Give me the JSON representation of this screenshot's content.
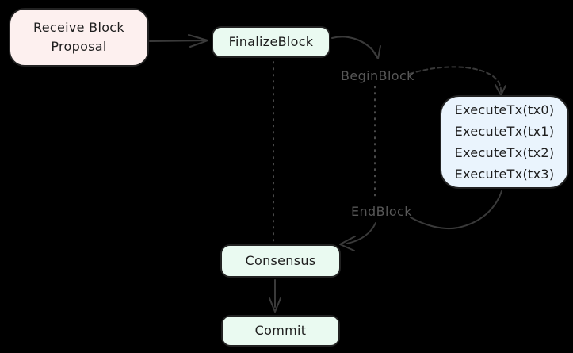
{
  "palette": {
    "background": "#000000",
    "node_border": "#222222",
    "node_text": "#1e1e1e",
    "pink_fill": "#fdf0ef",
    "green_fill": "#eafaf1",
    "blue_fill": "#eaf4fd",
    "arrow_stroke": "#3a3a3a",
    "dotted_stroke": "#525252",
    "label_text": "#575757"
  },
  "nodes": {
    "receive": {
      "line1": "Receive Block",
      "line2": "Proposal"
    },
    "finalize": {
      "label": "FinalizeBlock"
    },
    "execute": {
      "line1": "ExecuteTx(tx0)",
      "line2": "ExecuteTx(tx1)",
      "line3": "ExecuteTx(tx2)",
      "line4": "ExecuteTx(tx3)"
    },
    "consensus": {
      "label": "Consensus"
    },
    "commit": {
      "label": "Commit"
    }
  },
  "labels": {
    "begin_block": "BeginBlock",
    "end_block": "EndBlock"
  }
}
